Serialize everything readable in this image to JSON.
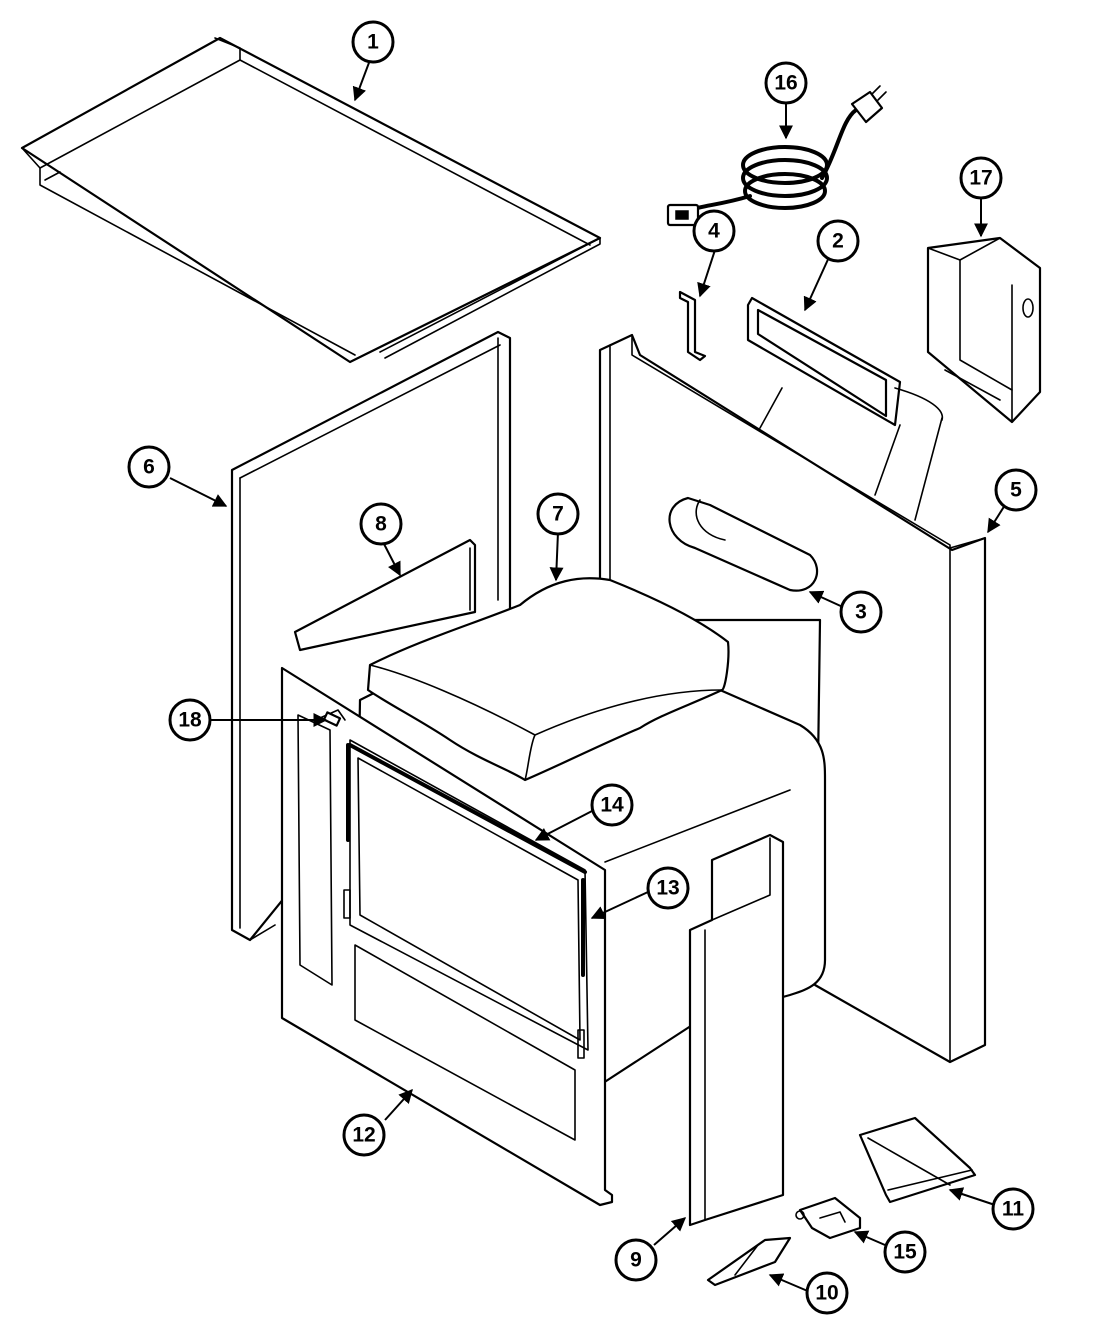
{
  "callouts": [
    {
      "id": "c1",
      "label": "1"
    },
    {
      "id": "c2",
      "label": "2"
    },
    {
      "id": "c3",
      "label": "3"
    },
    {
      "id": "c4",
      "label": "4"
    },
    {
      "id": "c5",
      "label": "5"
    },
    {
      "id": "c6",
      "label": "6"
    },
    {
      "id": "c7",
      "label": "7"
    },
    {
      "id": "c8",
      "label": "8"
    },
    {
      "id": "c9",
      "label": "9"
    },
    {
      "id": "c10",
      "label": "10"
    },
    {
      "id": "c11",
      "label": "11"
    },
    {
      "id": "c12",
      "label": "12"
    },
    {
      "id": "c13",
      "label": "13"
    },
    {
      "id": "c14",
      "label": "14"
    },
    {
      "id": "c15",
      "label": "15"
    },
    {
      "id": "c16",
      "label": "16"
    },
    {
      "id": "c17",
      "label": "17"
    },
    {
      "id": "c18",
      "label": "18"
    }
  ],
  "colors": {
    "line": "#000000",
    "background": "#ffffff"
  }
}
